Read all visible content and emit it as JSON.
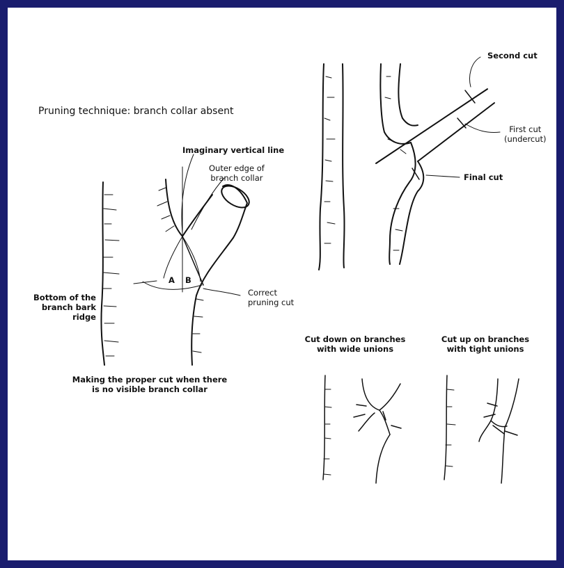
{
  "title": "Pruning technique: branch collar absent",
  "left_diagram": {
    "imaginary_line_label": "Imaginary vertical line",
    "outer_edge_label": [
      "Outer edge of",
      "branch collar"
    ],
    "branch_bark_label": [
      "Bottom of the",
      "branch bark",
      "ridge"
    ],
    "correct_cut_label": [
      "Correct",
      "pruning cut"
    ],
    "angle_a": "A",
    "angle_b": "B",
    "caption": [
      "Making the proper cut when there",
      "is no visible branch collar"
    ]
  },
  "right_diagram": {
    "second_cut_label": "Second cut",
    "first_cut_label": [
      "First cut",
      "(undercut)"
    ],
    "final_cut_label": "Final cut"
  },
  "bottom_diagrams": {
    "wide_caption": [
      "Cut down on branches",
      "with wide unions"
    ],
    "tight_caption": [
      "Cut up on branches",
      "with tight unions"
    ]
  },
  "colors": {
    "border": "#1a1d6e",
    "ink": "#111111",
    "background": "#ffffff"
  }
}
